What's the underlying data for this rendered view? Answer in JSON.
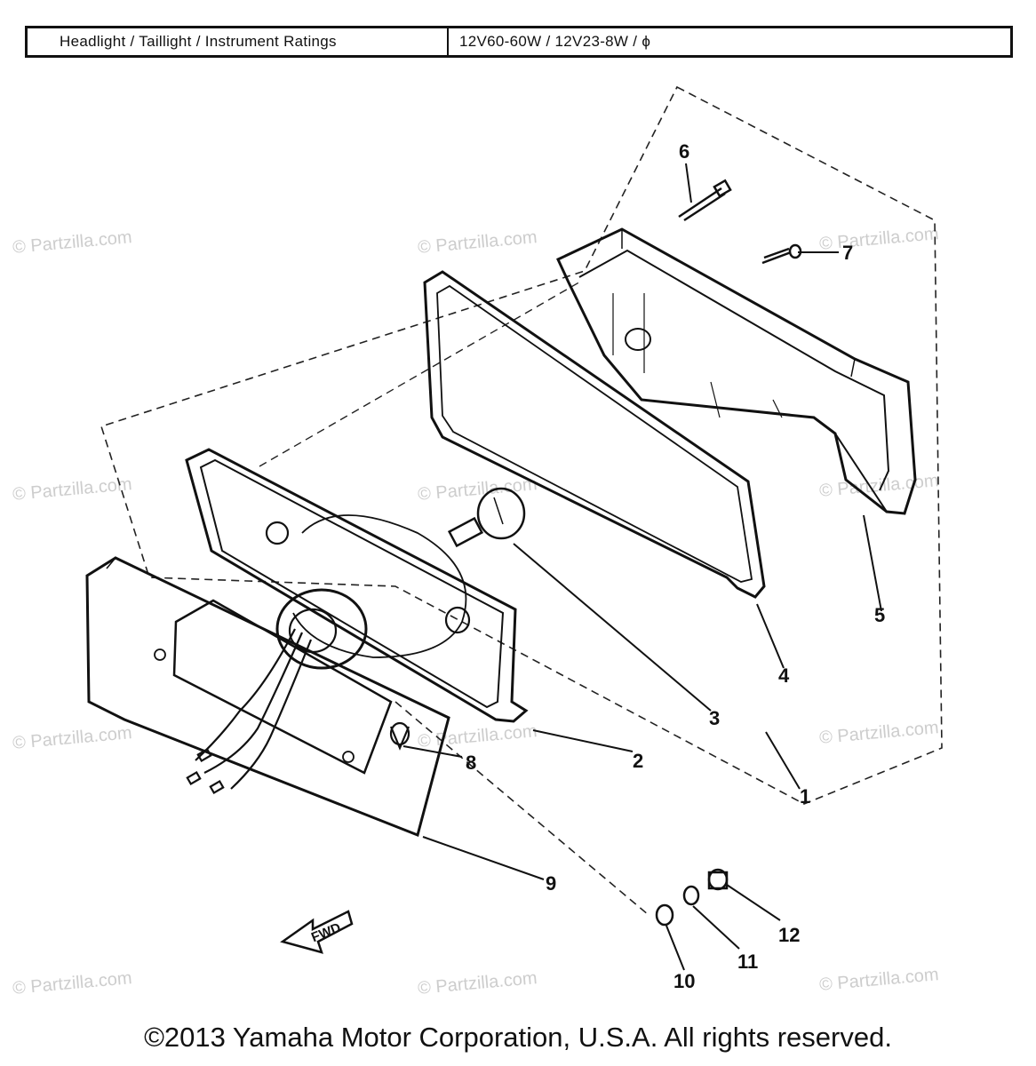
{
  "ratings": {
    "label": "Headlight / Taillight / Instrument Ratings",
    "value": "12V60-60W / 12V23-8W / ϕ"
  },
  "watermark": "© Partzilla.com",
  "callouts": {
    "c1": "1",
    "c2": "2",
    "c3": "3",
    "c4": "4",
    "c5": "5",
    "c6": "6",
    "c7": "7",
    "c8": "8",
    "c9": "9",
    "c10": "10",
    "c11": "11",
    "c12": "12"
  },
  "fwd_label": "FWD",
  "copyright": "©2013 Yamaha Motor Corporation, U.S.A. All rights reserved."
}
